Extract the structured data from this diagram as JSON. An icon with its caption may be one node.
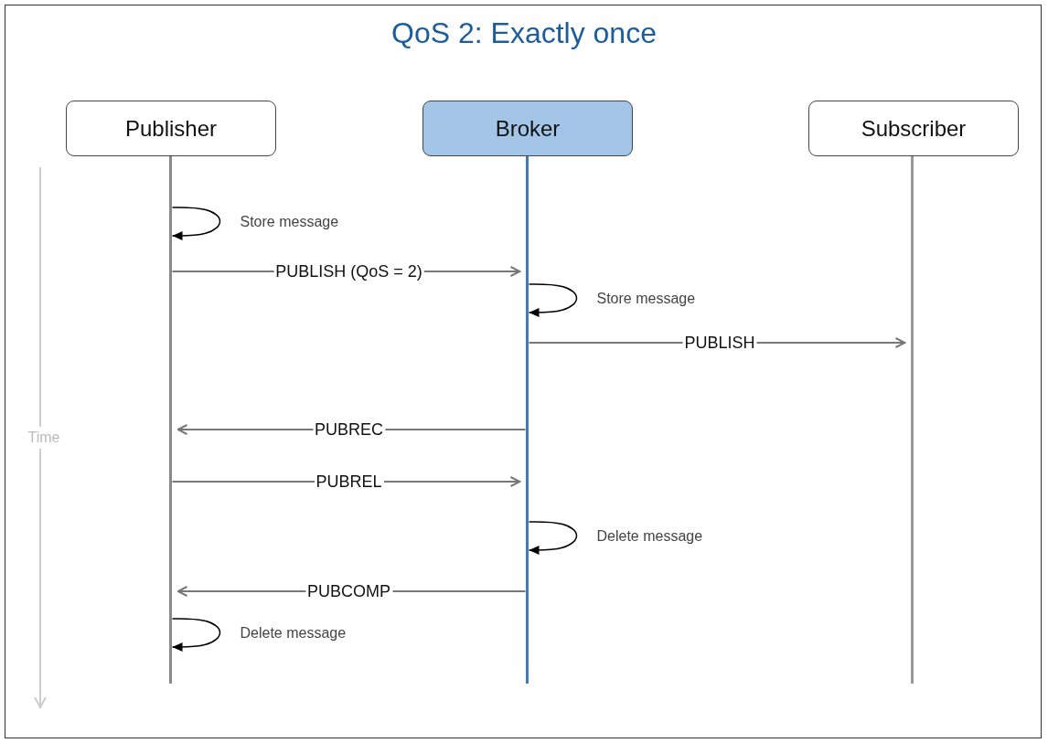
{
  "diagram": {
    "title": "QoS 2: Exactly once",
    "nodes": [
      {
        "text": [
          "Publisher"
        ]
      },
      {
        "text": [
          "Broker"
        ]
      },
      {
        "text": [
          "Subscriber"
        ]
      },
      {
        "text": [],
        "shape": "bar"
      },
      {
        "text": [],
        "shape": "bar"
      },
      {
        "text": [],
        "shape": "bar"
      }
    ],
    "edges": [
      {
        "from": 3,
        "to": 3,
        "arrow": "to",
        "label": "Store message",
        "color": "#000000"
      },
      {
        "from": 3,
        "to": 4,
        "arrow": "to",
        "label": "PUBLISH (QoS = 2)"
      },
      {
        "from": 4,
        "to": 4,
        "arrow": "to",
        "label": "Store message",
        "color": "#000000"
      },
      {
        "from": 4,
        "to": 5,
        "arrow": "to",
        "label": "PUBLISH"
      },
      {
        "from": 4,
        "to": 3,
        "arrow": "to",
        "label": "PUBREC"
      },
      {
        "from": 3,
        "to": 4,
        "arrow": "to",
        "label": "PUBREL"
      },
      {
        "from": 4,
        "to": 4,
        "arrow": "to",
        "label": "Delete message",
        "color": "#000000"
      },
      {
        "from": 4,
        "to": 3,
        "arrow": "to",
        "label": "PUBCOMP"
      },
      {
        "from": 3,
        "to": 3,
        "arrow": "to",
        "label": "Delete message",
        "color": "#000000"
      }
    ],
    "labels": [
      "Time"
    ]
  }
}
